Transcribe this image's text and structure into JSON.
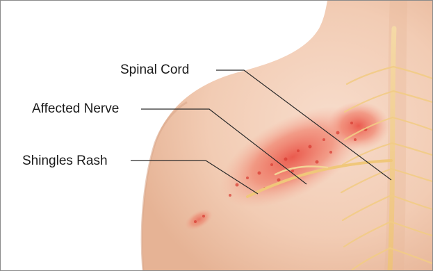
{
  "labels": {
    "spinal_cord": "Spinal Cord",
    "affected_nerve": "Affected Nerve",
    "shingles_rash": "Shingles Rash"
  },
  "colors": {
    "skin": "#f4d2bd",
    "skin_shadow": "#e9b89c",
    "nerve": "#f0c77a",
    "rash": "#e8453a",
    "leader_line": "#2a2a2a"
  }
}
